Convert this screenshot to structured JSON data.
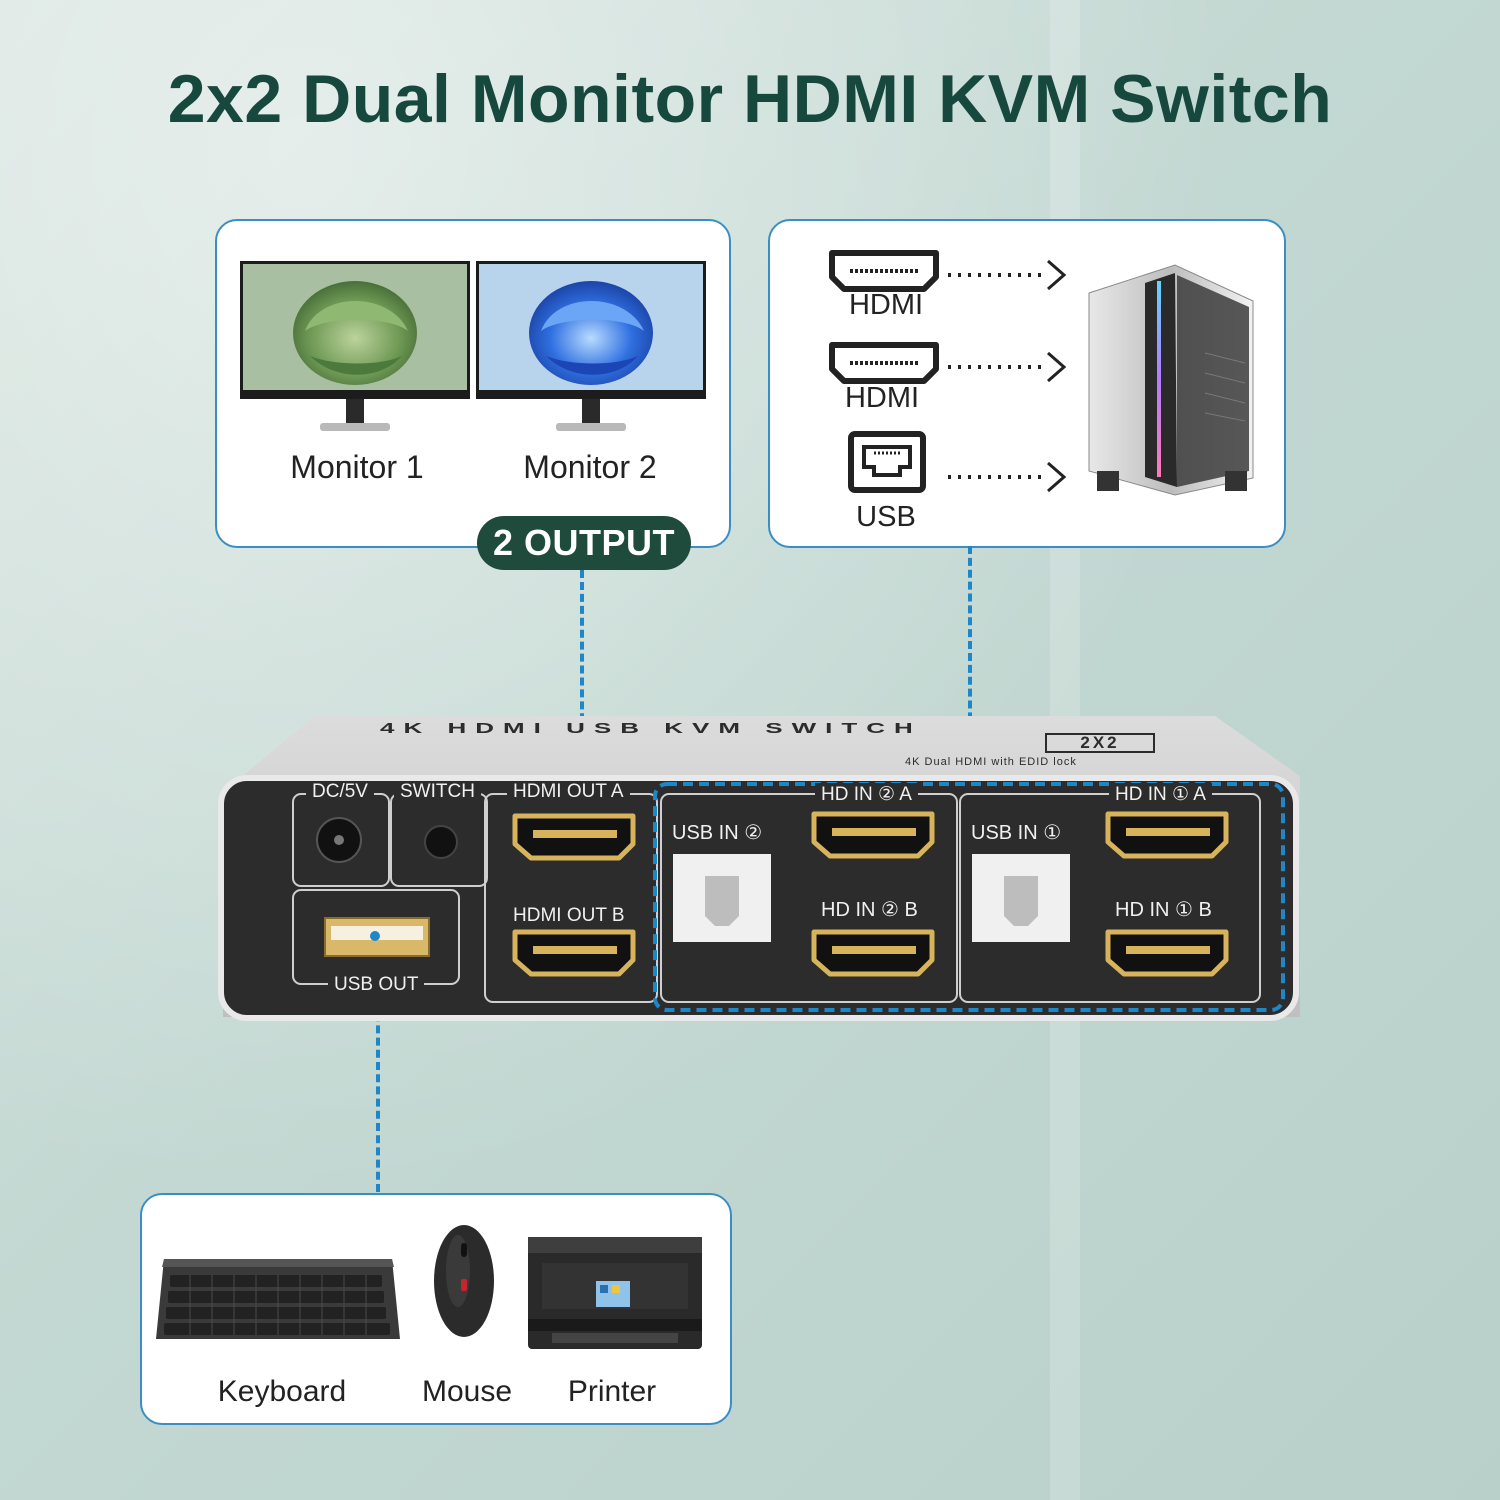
{
  "title": "2x2 Dual Monitor HDMI KVM Switch",
  "outputs": {
    "monitor1_label": "Monitor 1",
    "monitor2_label": "Monitor 2",
    "badge": "2 OUTPUT"
  },
  "computer_inputs": {
    "items": [
      "HDMI",
      "HDMI",
      "USB"
    ]
  },
  "device": {
    "top_label": "4K HDMI USB KVM SWITCH",
    "model_badge": "2X2",
    "sub_label": "4K Dual HDMI with EDID lock",
    "ports": {
      "dc": "DC/5V",
      "switch": "SWITCH",
      "usb_out": "USB OUT",
      "hdmi_out_a": "HDMI OUT A",
      "hdmi_out_b": "HDMI OUT B",
      "usb_in_2": "USB IN ②",
      "hd_in_2a": "HD IN ② A",
      "hd_in_2b": "HD IN ② B",
      "usb_in_1": "USB IN ①",
      "hd_in_1a": "HD IN ① A",
      "hd_in_1b": "HD IN ① B"
    }
  },
  "peripherals": {
    "keyboard": "Keyboard",
    "mouse": "Mouse",
    "printer": "Printer"
  },
  "colors": {
    "title": "#17483e",
    "accent_blue": "#1f86c7",
    "badge_green": "#1f4b3d",
    "panel": "#2c2c2c"
  }
}
